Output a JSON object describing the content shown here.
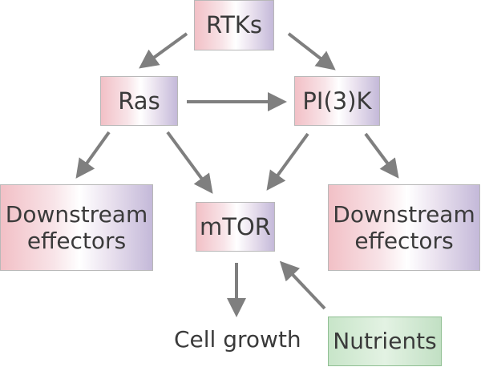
{
  "nodes": {
    "rtks": "RTKs",
    "ras": "Ras",
    "pi3k": "PI(3)K",
    "downstream_left": [
      "Downstream",
      "effectors"
    ],
    "mtor": "mTOR",
    "downstream_right": [
      "Downstream",
      "effectors"
    ],
    "nutrients": "Nutrients"
  },
  "labels": {
    "cell_growth": "Cell growth"
  },
  "colors": {
    "node_gradient": [
      "#f2c0c6",
      "#ffffff",
      "#c4b9d9"
    ],
    "nutrients_fill": "#d4ebd5",
    "arrow": "#7f7f7f",
    "text": "#3a3a3a"
  }
}
